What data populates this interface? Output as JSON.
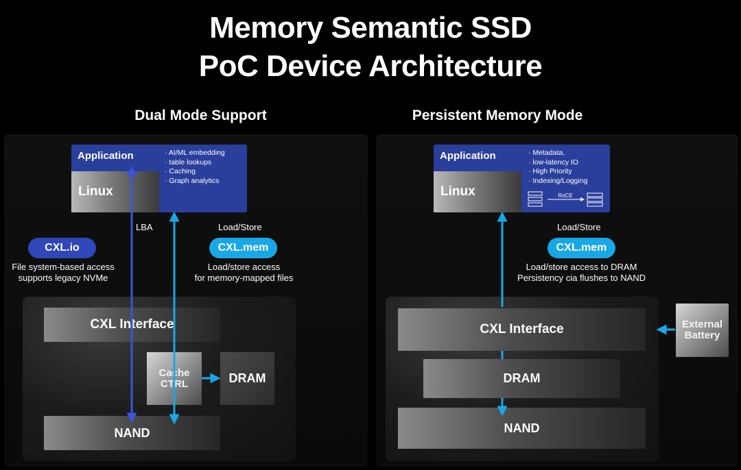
{
  "title": {
    "line1": "Memory Semantic SSD",
    "line2": "PoC Device Architecture"
  },
  "left": {
    "section_title": "Dual Mode Support",
    "application_label": "Application",
    "linux_label": "Linux",
    "bullets": [
      "AI/ML embedding",
      "table lookups",
      "Caching",
      "Graph analytics"
    ],
    "lba_label": "LBA",
    "load_store_label": "Load/Store",
    "cxl_io_label": "CXL.io",
    "cxl_io_caption": [
      "File system-based access",
      "supports legacy NVMe"
    ],
    "cxl_mem_label": "CXL.mem",
    "cxl_mem_caption": [
      "Load/store access",
      "for memory-mapped files"
    ],
    "cxl_interface_label": "CXL Interface",
    "cache_ctrl_label": [
      "Cache",
      "CTRL"
    ],
    "dram_label": "DRAM",
    "nand_label": "NAND"
  },
  "right": {
    "section_title": "Persistent Memory Mode",
    "application_label": "Application",
    "linux_label": "Linux",
    "bullets": [
      "Metadata,",
      "low-latency IO",
      "High Priority",
      "Indexing/Logging"
    ],
    "roce_label": "RoCE",
    "load_store_label": "Load/Store",
    "cxl_mem_label": "CXL.mem",
    "cxl_mem_caption": [
      "Load/store access to DRAM",
      "Persistency cia flushes to NAND"
    ],
    "cxl_interface_label": "CXL Interface",
    "dram_label": "DRAM",
    "nand_label": "NAND",
    "battery_label": [
      "External",
      "Battery"
    ]
  },
  "colors": {
    "app_blue": "#2a3e9c",
    "arrow_cyan": "#1aa7e6",
    "arrow_blue": "#3a55d8"
  }
}
